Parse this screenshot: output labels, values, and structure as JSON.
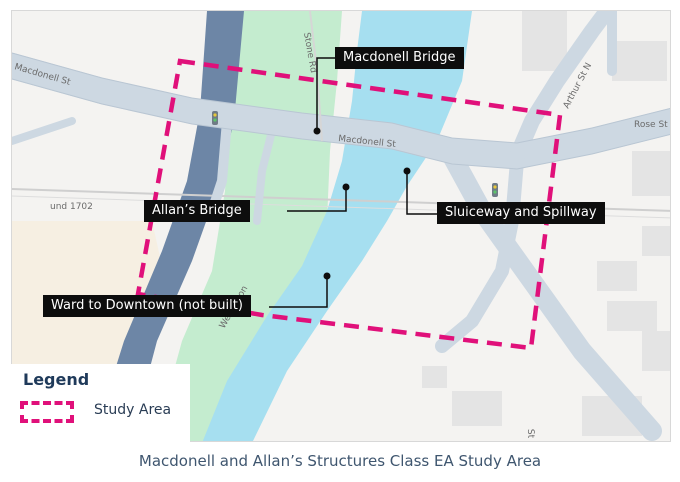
{
  "map": {
    "street_labels": [
      "Macdonell St",
      "Macdonell St",
      "Rose St",
      "Arthur St N",
      "Stone Rd",
      "Wellington",
      "und 1702",
      "St S"
    ],
    "colors": {
      "study_area": "#e0107a",
      "water": "#a6dff0",
      "park": "#c4eccf",
      "highway": "#6d86a6",
      "road": "#cdd8e2",
      "land": "#f4f3f1",
      "callout_bg": "#0d0d0d"
    }
  },
  "callouts": {
    "macdonell_bridge": "Macdonell Bridge",
    "allans_bridge": "Allan’s Bridge",
    "sluiceway": "Sluiceway and Spillway",
    "ward": "Ward to Downtown (not built)"
  },
  "legend": {
    "title": "Legend",
    "study_area_label": "Study Area"
  },
  "caption": "Macdonell and Allan’s Structures Class EA Study Area"
}
